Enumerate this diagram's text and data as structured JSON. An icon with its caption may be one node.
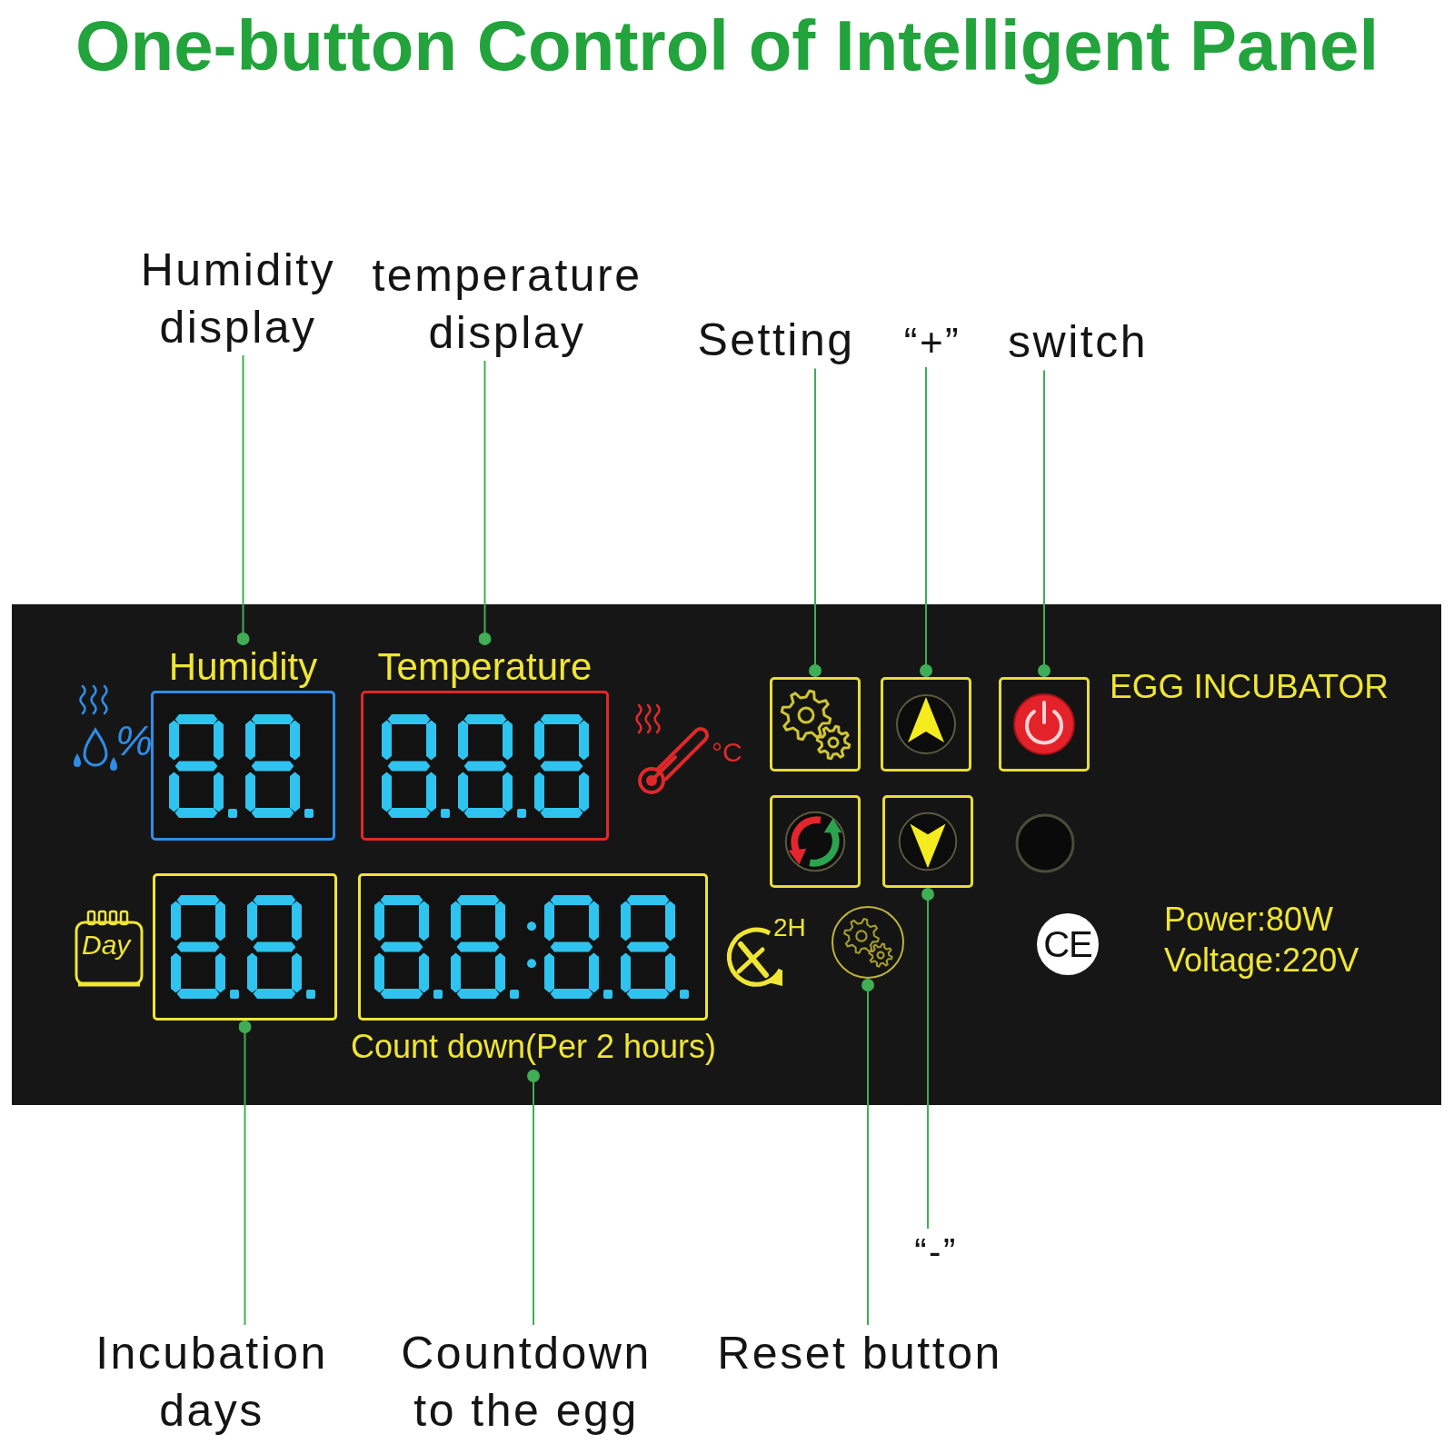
{
  "diagram": {
    "title": "One-button Control of Intelligent Panel",
    "nodes": [
      {
        "text": [
          "Humidity display"
        ]
      },
      {
        "text": [
          "temperature display"
        ]
      },
      {
        "text": [
          "Setting"
        ]
      },
      {
        "text": [
          "“+”"
        ]
      },
      {
        "text": [
          "switch"
        ]
      },
      {
        "text": [
          "EGG INCUBATOR",
          "Power:80W Voltage:220V"
        ]
      },
      {
        "text": [
          "Humidity"
        ],
        "in": 5
      },
      {
        "text": [
          "Temperature"
        ],
        "in": 5
      },
      {
        "text": [],
        "shape": "box",
        "in": 5
      },
      {
        "text": [],
        "shape": "box",
        "in": 5
      },
      {
        "text": [],
        "shape": "box",
        "in": 5
      },
      {
        "text": [],
        "shape": "box",
        "in": 5
      },
      {
        "text": [],
        "shape": "box",
        "in": 5
      },
      {
        "text": [],
        "shape": "box",
        "in": 5
      },
      {
        "text": [
          "Count down(Per 2 hours)"
        ],
        "in": 5
      },
      {
        "text": [],
        "shape": "circle",
        "in": 5
      },
      {
        "text": [
          "Incubation days"
        ]
      },
      {
        "text": [
          "Countdown to the egg"
        ]
      },
      {
        "text": [
          "Reset button"
        ]
      },
      {
        "text": [
          "“-”"
        ]
      }
    ],
    "edges": [
      {
        "from": 0,
        "to": 6,
        "arrow": "other"
      },
      {
        "from": 1,
        "to": 7,
        "arrow": "other"
      },
      {
        "from": 2,
        "to": 8,
        "arrow": "other"
      },
      {
        "from": 3,
        "to": 9,
        "arrow": "other"
      },
      {
        "from": 4,
        "to": 10,
        "arrow": "other"
      },
      {
        "from": 16,
        "to": 13,
        "arrow": "other"
      },
      {
        "from": 17,
        "to": 14,
        "arrow": "other"
      },
      {
        "from": 18,
        "to": 15,
        "arrow": "other"
      },
      {
        "from": 19,
        "to": 12,
        "arrow": "other"
      }
    ],
    "labels": [
      "%",
      "°C",
      "Day",
      "2H",
      "CE"
    ]
  }
}
